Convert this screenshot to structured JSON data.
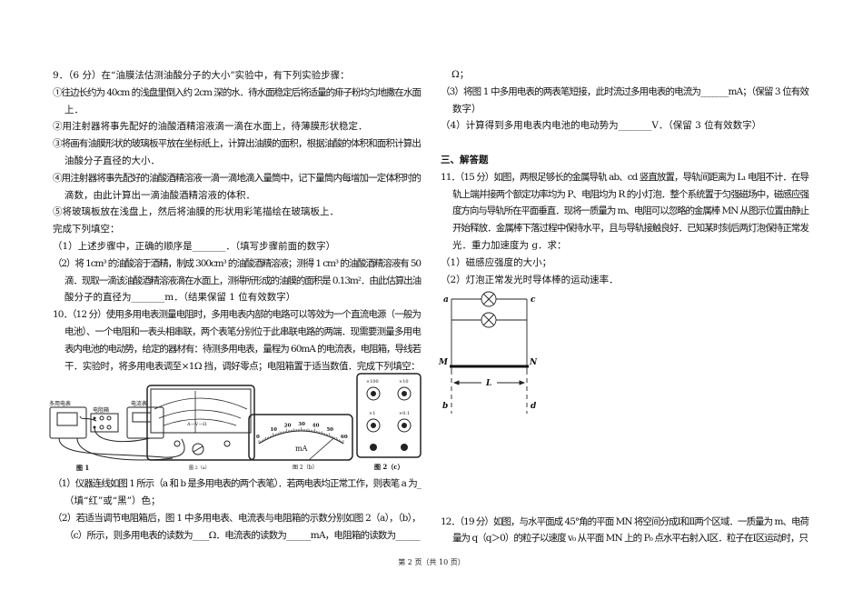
{
  "left_column": {
    "block1": [
      "9．（6 分）在“油膜法估测油酸分子的大小”实验中，有下列实验步骤：",
      "①往边长约为 40cm 的浅盘里倒入约 2cm 深的水．待水面稳定后将适量的痱子粉均匀地撒在水面",
      "上．",
      "②用注射器将事先配好的油酸酒精溶液滴一滴在水面上，待薄膜形状稳定．",
      "③将画有油膜形状的玻璃板平放在坐标纸上，计算出油膜的面积，根据油酸的体积和面积计算出",
      "油酸分子直径的大小．",
      "④用注射器将事先配好的油酸酒精溶液一滴一滴地滴入量筒中，记下量筒内每增加一定体积时的",
      "滴数，由此计算出一滴油酸酒精溶液的体积．",
      "⑤将玻璃板放在浅盘上，然后将油膜的形状用彩笔描绘在玻璃板上．",
      "完成下列填空：",
      "（1）上述步骤中，正确的顺序是_______．（填写步骤前面的数字）",
      "（2）将 1cm³ 的油酸溶于酒精，制成 300cm³ 的油酸酒精溶液；测得 1 cm³ 的油酸酒精溶液有 50",
      "滴．现取一滴该油酸酒精溶液滴在水面上，测得所形成的油膜的面积是 0.13m²．由此估算出油",
      "酸分子的直径为_______m．（结果保留 1 位有效数字）",
      "10．（12 分）使用多用电表测量电阻时，多用电表内部的电路可以等效为一个直流电源（一般为",
      "电池）、一个电阻和一表头相串联，两个表笔分别位于此串联电路的两端．现需要测量多用电",
      "表内电池的电动势，给定的器材有：待测多用电表，量程为 60mA 的电流表，电阻箱，导线若",
      "干．实验时，将多用电表调至×1Ω 挡，调好零点；电阻箱置于适当数值．完成下列填空："
    ],
    "block2": [
      "（1）仪器连线如图 1 所示（a 和 b 是多用电表的两个表笔）．若两电表均正常工作，则表笔 a 为_",
      "（填“红”或“黑”）色；",
      "（2）若适当调节电阻箱后，图 1 中多用电表、电流表与电阻箱的示数分别如图 2（a），（b），",
      "（c）所示，则多用电表的读数为____Ω．电流表的读数为______mA，电阻箱的读数为______"
    ]
  },
  "figures": {
    "fig1": {
      "caption": "图 1",
      "multimeter": "多用电表",
      "resistor_box": "电阻箱",
      "ammeter": "电流表"
    },
    "fig2a": {
      "caption": "图 2（a）",
      "scale_label": "A－V－Ω"
    },
    "fig2b": {
      "caption": "图 2（b）",
      "unit": "mA",
      "ticks": [
        "0",
        "10",
        "20",
        "30",
        "40",
        "50",
        "60"
      ],
      "needle_value": 53
    },
    "fig2c": {
      "caption": "图 2（c）",
      "dials": [
        "×100",
        "×10",
        "×1",
        "×0.1"
      ]
    }
  },
  "right_column": {
    "block1": [
      "Ω；",
      "（3）将图 1 中多用电表的两表笔短接，此时流过多用电表的电流为_______mA；（保留 3 位有效",
      "数字）",
      "（4）计算得到多用电表内电池的电动势为_______V．（保留 3 位有效数字）",
      "",
      "三、解答题",
      "11．（15 分）如图，两根足够长的金属导轨 ab、cd 竖直放置，导轨间距离为 L₁ 电阻不计．在导",
      "轨上端并接两个额定功率均为 P、电阻均为 R 的小灯泡．整个系统置于匀强磁场中，磁感应强",
      "度方向与导轨所在平面垂直．现将一质量为 m、电阻可以忽略的金属棒 MN 从图示位置由静止",
      "开始释放．金属棒下落过程中保持水平，且与导轨接触良好．已知某时刻后两灯泡保持正常发",
      "光．重力加速度为 g．求：",
      "（1）磁感应强度的大小；",
      "（2）灯泡正常发光时导体棒的运动速率．"
    ],
    "circuit": {
      "a": "a",
      "c": "c",
      "M": "M",
      "N": "N",
      "L": "L",
      "b": "b",
      "d": "d"
    },
    "block2": [
      "12．（19 分）如图，与水平面成 45°角的平面 MN 将空间分成Ⅰ和Ⅱ两个区域．一质量为 m、电荷",
      "量为 q（q＞0）的粒子以速度 v₀ 从平面 MN 上的 P₀ 点水平右射入Ⅰ区．粒子在Ⅰ区运动时，只"
    ]
  },
  "footer": "第 2 页（共 10 页）"
}
